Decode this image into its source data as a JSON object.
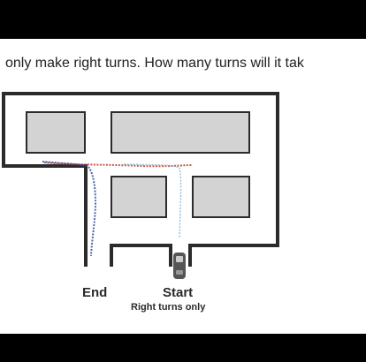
{
  "question": {
    "text": "only make right turns. How many turns will it tak"
  },
  "labels": {
    "end": "End",
    "start": "Start",
    "rule": "Right turns only"
  },
  "colors": {
    "road_outline": "#2b2b2b",
    "block_fill": "#d3d3d3",
    "path_red": "#c0392b",
    "path_blue": "#2c4fa3",
    "path_light_blue": "#8fb8d8",
    "car": "#555555"
  }
}
